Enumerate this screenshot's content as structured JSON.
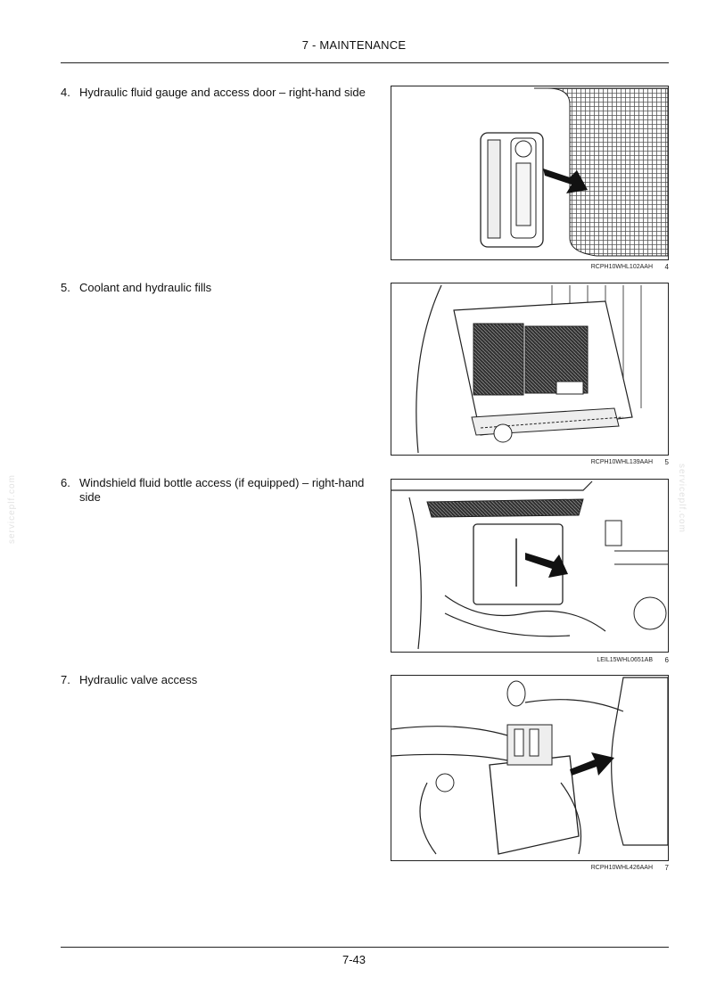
{
  "header": {
    "title": "7 - MAINTENANCE"
  },
  "items": [
    {
      "number": "4.",
      "text": "Hydraulic fluid gauge and access door – right-hand side",
      "figure": {
        "code": "RCPH10WHL102AAH",
        "number": "4"
      }
    },
    {
      "number": "5.",
      "text": "Coolant and hydraulic fills",
      "figure": {
        "code": "RCPH10WHL139AAH",
        "number": "5"
      }
    },
    {
      "number": "6.",
      "text": "Windshield fluid bottle access (if equipped) – right-hand side",
      "figure": {
        "code": "LEIL15WHL0651AB",
        "number": "6"
      }
    },
    {
      "number": "7.",
      "text": "Hydraulic valve access",
      "figure": {
        "code": "RCPH10WHL426AAH",
        "number": "7"
      }
    }
  ],
  "footer": {
    "page_number": "7-43"
  },
  "watermark": {
    "text": "serviceplf.com"
  }
}
